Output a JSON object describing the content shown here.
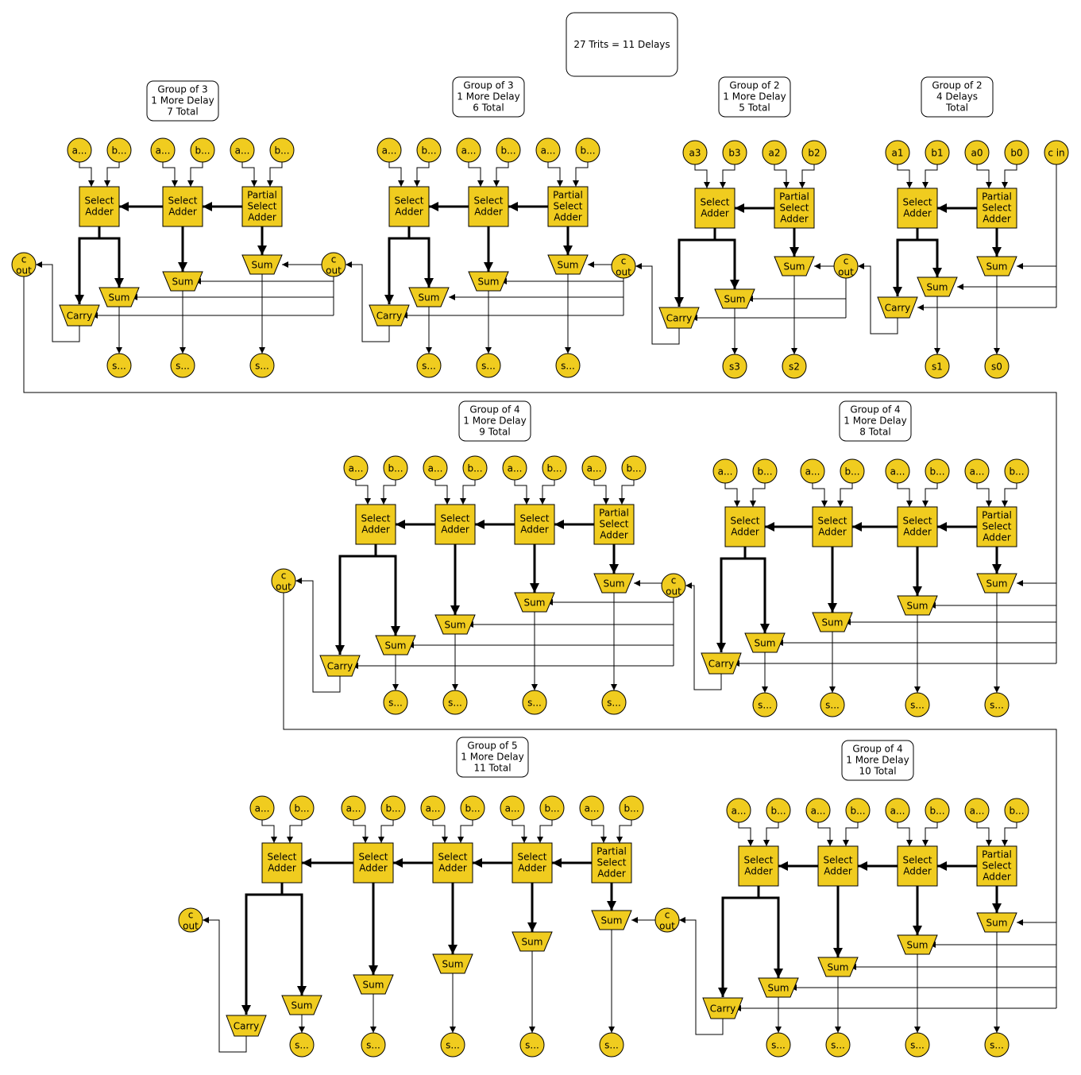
{
  "title": "27 Trits = 11 Delays",
  "labels": {
    "select": [
      "Select",
      "Adder"
    ],
    "partial": [
      "Partial",
      "Select",
      "Adder"
    ],
    "sum": "Sum",
    "carry": "Carry",
    "cout": [
      "c",
      "out"
    ],
    "cin": "c in",
    "trunc": "a...",
    "trunc_b": "b...",
    "trunc_s": "s..."
  },
  "groups": [
    {
      "id": "g1",
      "caption": [
        "Group of 2",
        "4 Delays",
        "Total"
      ],
      "bits": [
        {
          "a": "a1",
          "b": "b1",
          "s": "s1"
        },
        {
          "a": "a0",
          "b": "b0",
          "s": "s0"
        }
      ]
    },
    {
      "id": "g2",
      "caption": [
        "Group of 2",
        "1 More Delay",
        "5 Total"
      ],
      "bits": [
        {
          "a": "a3",
          "b": "b3",
          "s": "s3"
        },
        {
          "a": "a2",
          "b": "b2",
          "s": "s2"
        }
      ]
    },
    {
      "id": "g3",
      "caption": [
        "Group of 3",
        "1 More Delay",
        "6 Total"
      ],
      "bits": [
        {
          "a": "a...",
          "b": "b...",
          "s": "s..."
        },
        {
          "a": "a...",
          "b": "b...",
          "s": "s..."
        },
        {
          "a": "a...",
          "b": "b...",
          "s": "s..."
        }
      ]
    },
    {
      "id": "g4",
      "caption": [
        "Group of 3",
        "1 More Delay",
        "7 Total"
      ],
      "bits": [
        {
          "a": "a...",
          "b": "b...",
          "s": "s..."
        },
        {
          "a": "a...",
          "b": "b...",
          "s": "s..."
        },
        {
          "a": "a...",
          "b": "b...",
          "s": "s..."
        }
      ]
    },
    {
      "id": "g5",
      "caption": [
        "Group of 4",
        "1 More Delay",
        "8 Total"
      ],
      "bits": [
        {
          "a": "a...",
          "b": "b...",
          "s": "s..."
        },
        {
          "a": "a...",
          "b": "b...",
          "s": "s..."
        },
        {
          "a": "a...",
          "b": "b...",
          "s": "s..."
        },
        {
          "a": "a...",
          "b": "b...",
          "s": "s..."
        }
      ]
    },
    {
      "id": "g6",
      "caption": [
        "Group of 4",
        "1 More Delay",
        "9 Total"
      ],
      "bits": [
        {
          "a": "a...",
          "b": "b...",
          "s": "s..."
        },
        {
          "a": "a...",
          "b": "b...",
          "s": "s..."
        },
        {
          "a": "a...",
          "b": "b...",
          "s": "s..."
        },
        {
          "a": "a...",
          "b": "b...",
          "s": "s..."
        }
      ]
    },
    {
      "id": "g7",
      "caption": [
        "Group of 4",
        "1 More Delay",
        "10 Total"
      ],
      "bits": [
        {
          "a": "a...",
          "b": "b...",
          "s": "s..."
        },
        {
          "a": "a...",
          "b": "b...",
          "s": "s..."
        },
        {
          "a": "a...",
          "b": "b...",
          "s": "s..."
        },
        {
          "a": "a...",
          "b": "b...",
          "s": "s..."
        }
      ]
    },
    {
      "id": "g8",
      "caption": [
        "Group of 5",
        "1 More Delay",
        "11 Total"
      ],
      "bits": [
        {
          "a": "a...",
          "b": "b...",
          "s": "s..."
        },
        {
          "a": "a...",
          "b": "b...",
          "s": "s..."
        },
        {
          "a": "a...",
          "b": "b...",
          "s": "s..."
        },
        {
          "a": "a...",
          "b": "b...",
          "s": "s..."
        },
        {
          "a": "a...",
          "b": "b...",
          "s": "s..."
        }
      ]
    }
  ],
  "colors": {
    "node_fill": "#f0cc1f",
    "stroke": "#000000"
  }
}
